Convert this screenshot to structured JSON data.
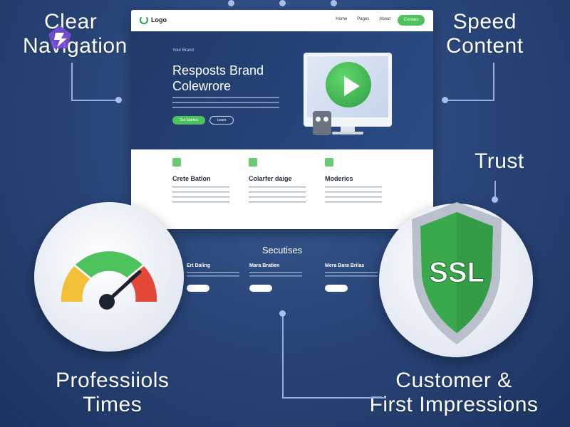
{
  "labels": {
    "top_left": [
      "Clear",
      "Navigation"
    ],
    "top_right": [
      "Speed",
      "Content"
    ],
    "right_mid": "Trust",
    "bottom_left": [
      "Professiiols",
      "Times"
    ],
    "bottom_right": [
      "Customer &",
      "First Impressions"
    ]
  },
  "site": {
    "logo": "Logo",
    "nav_links": [
      "Home",
      "Pages",
      "About"
    ],
    "nav_cta": "Contact",
    "hero_eyebrow": "Your Brand",
    "hero_title": "Resposts Brand Colewrore",
    "hero_primary_btn": "Get Started",
    "hero_secondary_btn": "Learn",
    "features": [
      {
        "title": "Crete Batlon",
        "icon": "growth-icon"
      },
      {
        "title": "Colarfer daige",
        "icon": "tree-icon"
      },
      {
        "title": "Moderics",
        "icon": "plant-icon"
      }
    ]
  },
  "lower": {
    "title": "Secutises",
    "columns": [
      "Ert Daling",
      "Mara Bratien",
      "Mera Bara Brilas"
    ]
  },
  "badge": {
    "ssl": "SSL"
  },
  "colors": {
    "accent_green": "#4ec25c",
    "background_blue": "#2a477b",
    "gauge_yellow": "#f2c038",
    "gauge_red": "#e44836"
  }
}
